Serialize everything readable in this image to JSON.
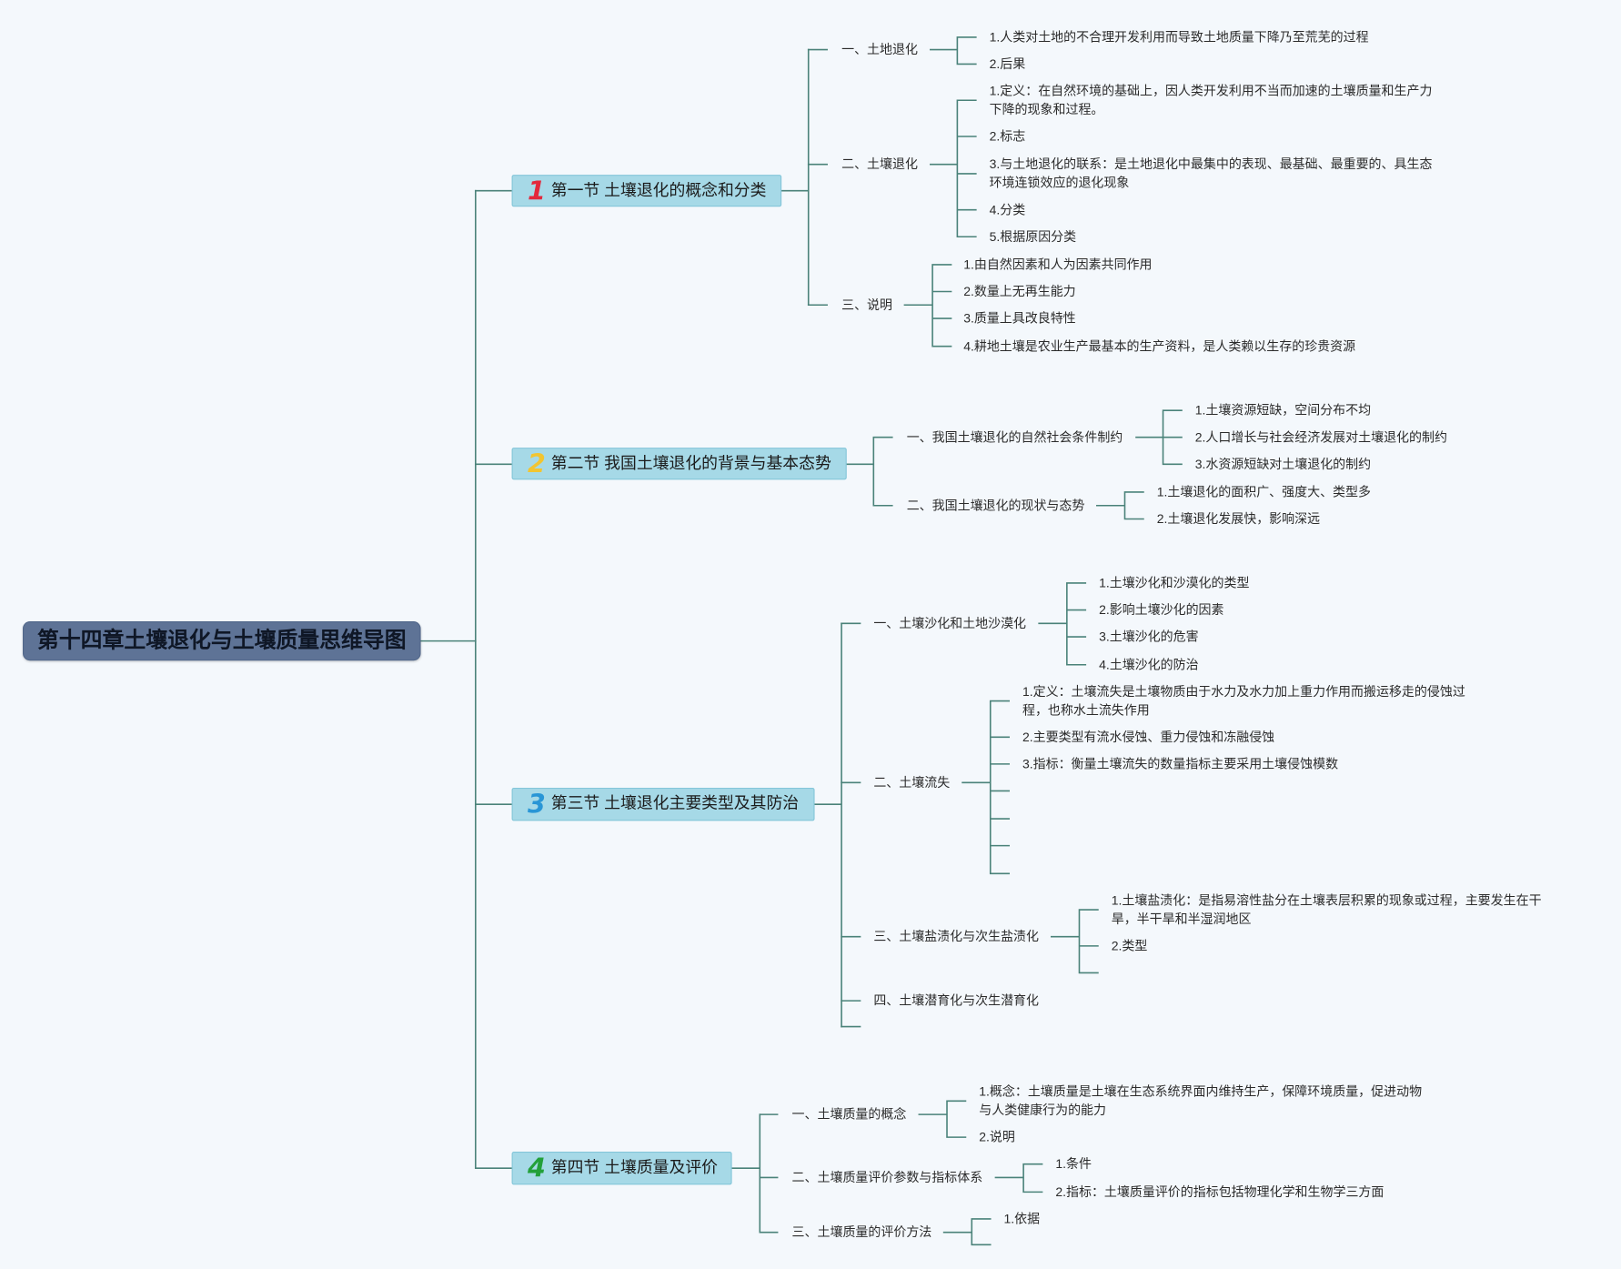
{
  "title": "第十四章土壤退化与土壤质量思维导图",
  "colors": {
    "background": "#f4f8fc",
    "connector": "#4a8279",
    "root_fill": "#5e7396",
    "section_fill": "#a6d9e7"
  },
  "sections": [
    {
      "number": "1",
      "number_color": "#e3283c",
      "title": "第一节 土壤退化的概念和分类",
      "topics": [
        {
          "title": "一、土地退化",
          "items": [
            "1.人类对土地的不合理开发利用而导致土地质量下降乃至荒芜的过程",
            "2.后果"
          ]
        },
        {
          "title": "二、土壤退化",
          "items": [
            "1.定义：在自然环境的基础上，因人类开发利用不当而加速的土壤质量和生产力下降的现象和过程。",
            "2.标志",
            "3.与土地退化的联系：是土地退化中最集中的表现、最基础、最重要的、具生态环境连锁效应的退化现象",
            "4.分类",
            "5.根据原因分类"
          ]
        },
        {
          "title": "三、说明",
          "items": [
            "1.由自然因素和人为因素共同作用",
            "2.数量上无再生能力",
            "3.质量上具改良特性",
            "4.耕地土壤是农业生产最基本的生产资料，是人类赖以生存的珍贵资源"
          ]
        }
      ]
    },
    {
      "number": "2",
      "number_color": "#f2c531",
      "title": "第二节 我国土壤退化的背景与基本态势",
      "topics": [
        {
          "title": "一、我国土壤退化的自然社会条件制约",
          "items": [
            "1.土壤资源短缺，空间分布不均",
            "2.人口增长与社会经济发展对土壤退化的制约",
            "3.水资源短缺对土壤退化的制约"
          ]
        },
        {
          "title": "二、我国土壤退化的现状与态势",
          "items": [
            "1.土壤退化的面积广、强度大、类型多",
            "2.土壤退化发展快，影响深远"
          ]
        }
      ]
    },
    {
      "number": "3",
      "number_color": "#2996d6",
      "title": "第三节 土壤退化主要类型及其防治",
      "topics": [
        {
          "title": "一、土壤沙化和土地沙漠化",
          "items": [
            "1.土壤沙化和沙漠化的类型",
            "2.影响土壤沙化的因素",
            "3.土壤沙化的危害",
            "4.土壤沙化的防治"
          ]
        },
        {
          "title": "二、土壤流失",
          "items": [
            "1.定义：土壤流失是土壤物质由于水力及水力加上重力作用而搬运移走的侵蚀过程，也称水土流失作用",
            "2.主要类型有流水侵蚀、重力侵蚀和冻融侵蚀",
            "3.指标：衡量土壤流失的数量指标主要采用土壤侵蚀模数"
          ]
        },
        {
          "title": "三、土壤盐渍化与次生盐渍化",
          "items": [
            "1.土壤盐渍化：是指易溶性盐分在土壤表层积累的现象或过程，主要发生在干旱，半干旱和半湿润地区",
            "2.类型"
          ]
        },
        {
          "title": "四、土壤潜育化与次生潜育化",
          "items": []
        }
      ]
    },
    {
      "number": "4",
      "number_color": "#23a03a",
      "title": "第四节 土壤质量及评价",
      "topics": [
        {
          "title": "一、土壤质量的概念",
          "items": [
            "1.概念：土壤质量是土壤在生态系统界面内维持生产，保障环境质量，促进动物与人类健康行为的能力",
            "2.说明"
          ]
        },
        {
          "title": "二、土壤质量评价参数与指标体系",
          "items": [
            "1.条件",
            "2.指标：土壤质量评价的指标包括物理化学和生物学三方面"
          ]
        },
        {
          "title": "三、土壤质量的评价方法",
          "items": [
            "1.依据"
          ]
        }
      ]
    }
  ]
}
